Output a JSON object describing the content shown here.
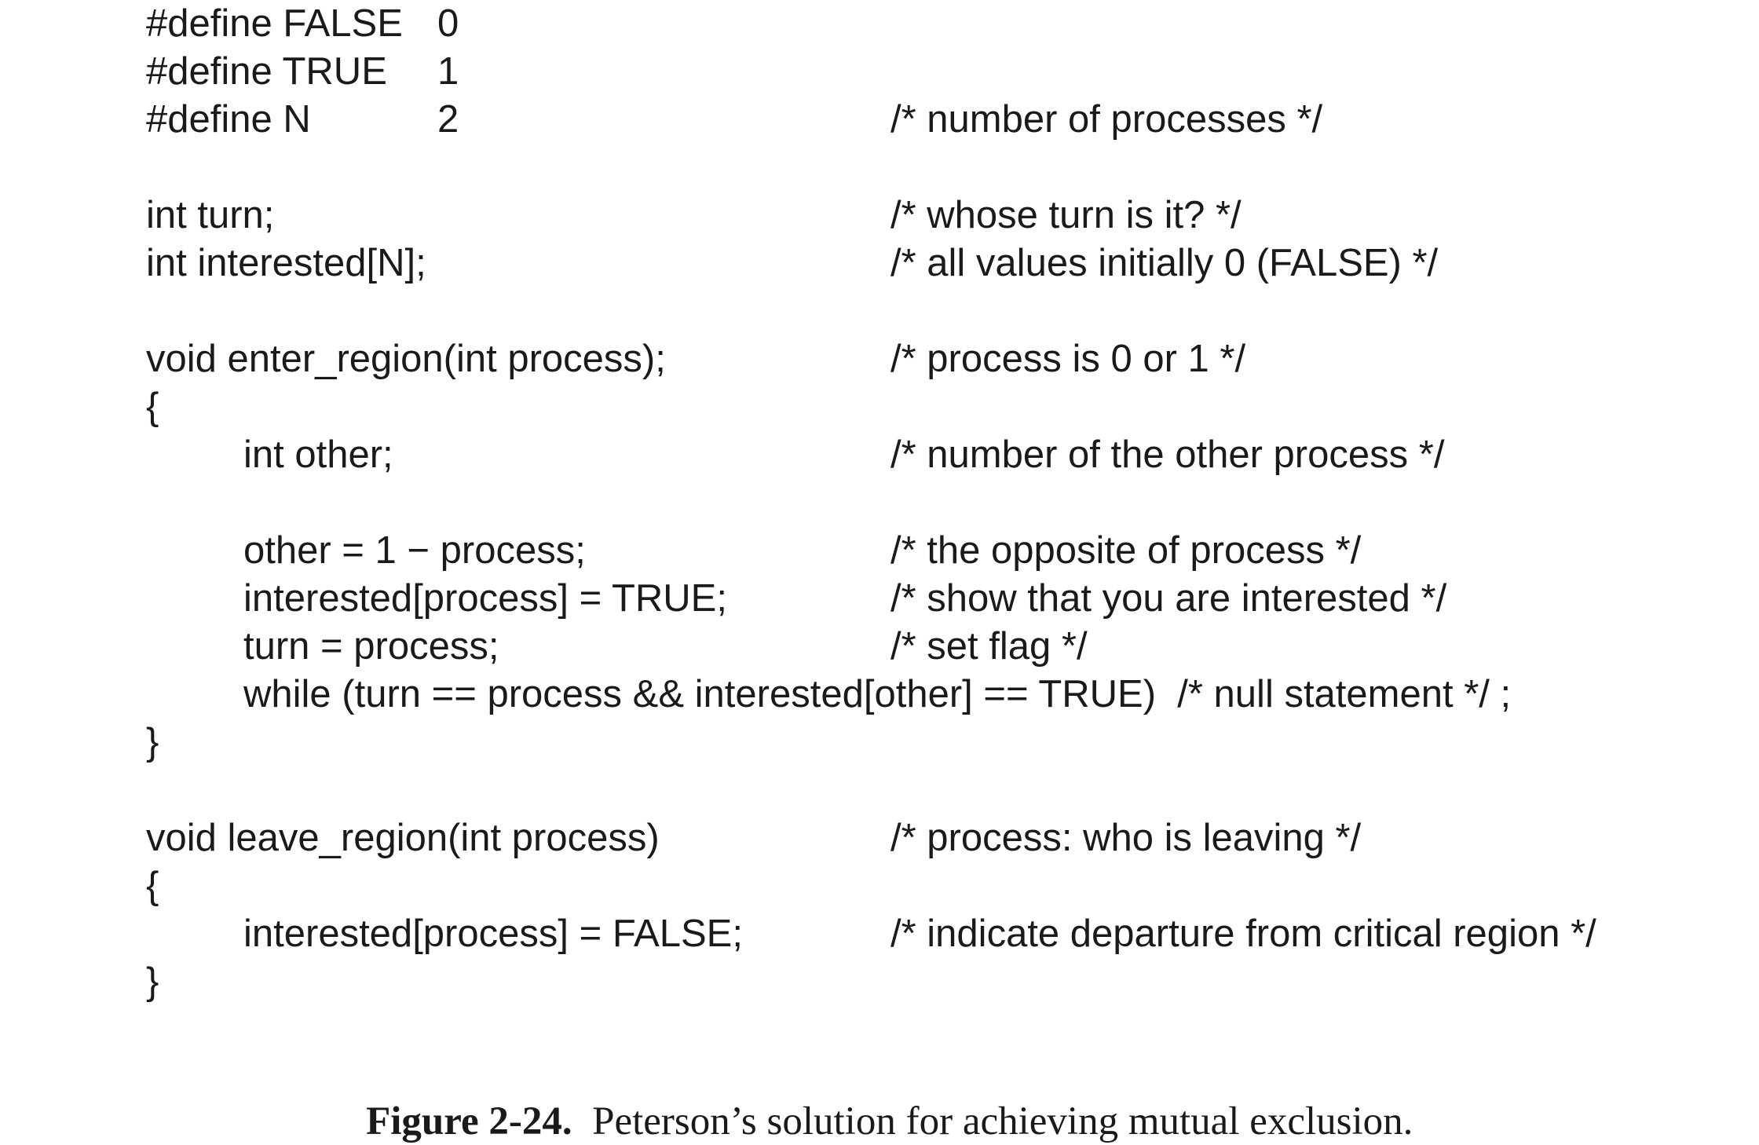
{
  "defines": [
    {
      "name": "#define FALSE",
      "value": "0",
      "comment": ""
    },
    {
      "name": "#define TRUE",
      "value": "1",
      "comment": ""
    },
    {
      "name": "#define N",
      "value": "2",
      "comment": "/* number of processes */"
    }
  ],
  "globals": [
    {
      "code": "int turn;",
      "comment": "/* whose turn is it? */"
    },
    {
      "code": "int interested[N];",
      "comment": "/* all values initially 0 (FALSE) */"
    }
  ],
  "enter_region": {
    "signature": "void enter_region(int process);",
    "signature_comment": "/* process is 0 or 1 */",
    "open_brace": "{",
    "decl": "int other;",
    "decl_comment": "/* number of the other process */",
    "body": [
      {
        "code": "other = 1 − process;",
        "comment": "/* the opposite of process */"
      },
      {
        "code": "interested[process] = TRUE;",
        "comment": "/* show that you are interested */"
      },
      {
        "code": "turn = process;",
        "comment": "/* set flag */"
      }
    ],
    "while_line": "while (turn == process && interested[other] == TRUE)  /* null statement */ ;",
    "close_brace": "}"
  },
  "leave_region": {
    "signature": "void leave_region(int process)",
    "signature_comment": "/* process: who is leaving */",
    "open_brace": "{",
    "body": [
      {
        "code": "interested[process] = FALSE;",
        "comment": "/* indicate departure from critical region */"
      }
    ],
    "close_brace": "}"
  },
  "caption": {
    "label": "Figure 2-24.",
    "text": "Peterson’s solution for achieving mutual exclusion."
  }
}
